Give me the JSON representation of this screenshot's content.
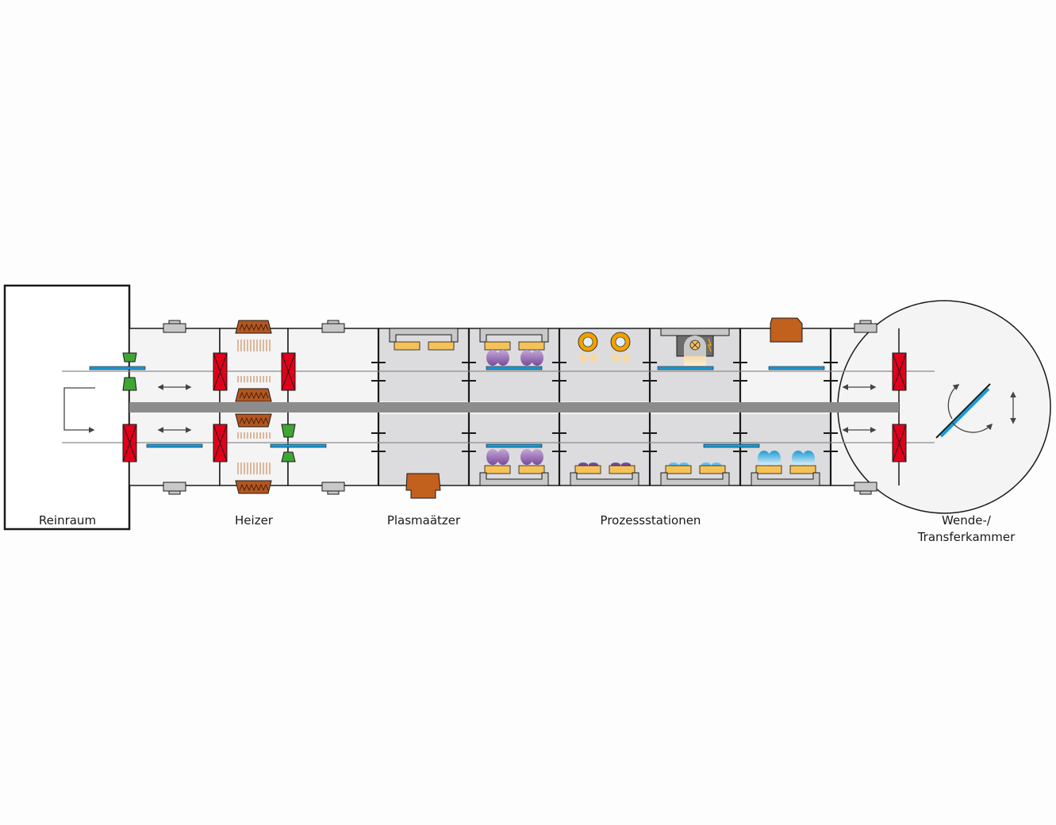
{
  "labels": {
    "cleanroom": "Reinraum",
    "heater": "Heizer",
    "plasma_etcher": "Plasmaätzer",
    "process_stations": "Prozessstationen",
    "turn_transfer_line1": "Wende-/",
    "turn_transfer_line2": "Transferkammer"
  },
  "colors": {
    "chamber_fill": "#f4f4f4",
    "process_fill": "#dcdcde",
    "outline": "#1a1a1a",
    "valve_red": "#e1001a",
    "valve_green": "#3fa535",
    "heater_brown": "#b4561e",
    "substrate_blue": "#1b9ad6",
    "rail_gray": "#8c8c8c",
    "magnetron_purple": "#8a5aa8",
    "evaporator_orange": "#f0a000",
    "source_light_blue": "#5ec3ee",
    "port_gray": "#c8c8c8"
  },
  "icons": [
    "double-arrow-icon",
    "rotate-arrow-icon",
    "turn-arrow-icon",
    "lamp-icon"
  ]
}
